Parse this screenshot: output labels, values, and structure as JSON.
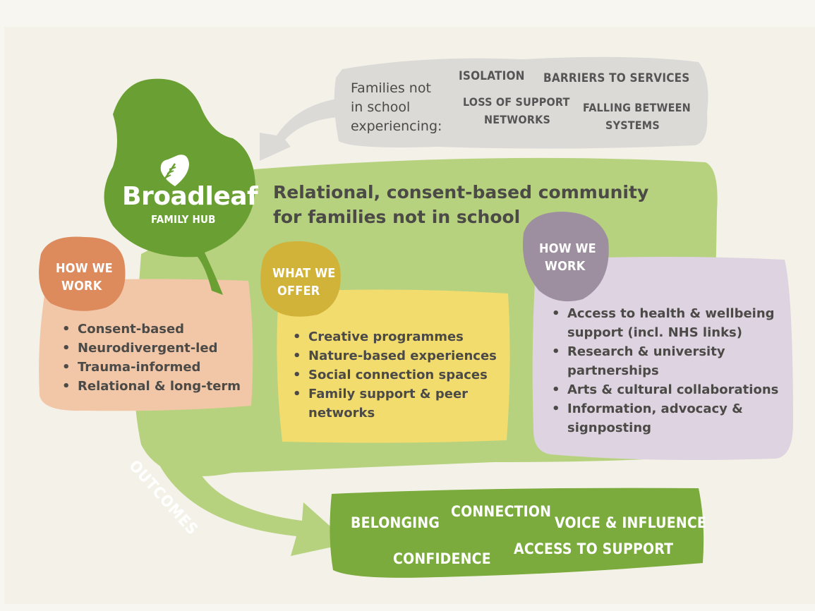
{
  "colors": {
    "page_bg": "#f4f2e8",
    "community_green": "#b6d27f",
    "leaf_green": "#6aa033",
    "outcomes_green": "#7aab3c",
    "how_we_work_left_box": "#f2c7a8",
    "how_we_work_left_badge": "#dd8a5d",
    "what_we_offer_box": "#f2dc6e",
    "what_we_offer_badge": "#d1b33a",
    "how_we_work_right_box": "#ded3e0",
    "how_we_work_right_badge": "#9d8f9f",
    "challenges_box": "#dcdad7"
  },
  "challenges": {
    "intro": [
      "Families not",
      "in school",
      "experiencing:"
    ],
    "items": {
      "isolation": "ISOLATION",
      "barriers": "BARRIERS TO SERVICES",
      "loss_support": [
        "LOSS OF SUPPORT",
        "NETWORKS"
      ],
      "falling": [
        "FALLING BETWEEN",
        "SYSTEMS"
      ]
    }
  },
  "logo": {
    "name": "Broadleaf",
    "subtitle": "FAMILY HUB",
    "icon": "leaf-heart-icon"
  },
  "community": {
    "title_line1": "Relational, consent-based community",
    "title_line2": "for families not in school"
  },
  "how_we_work_left": {
    "badge": [
      "HOW WE",
      "WORK"
    ],
    "items": [
      "Consent-based",
      "Neurodivergent-led",
      "Trauma-informed",
      "Relational & long-term"
    ]
  },
  "what_we_offer": {
    "badge": [
      "WHAT WE",
      "OFFER"
    ],
    "items": [
      "Creative programmes",
      "Nature-based experiences",
      "Social connection spaces",
      "Family support & peer networks"
    ]
  },
  "how_we_work_right": {
    "badge": [
      "HOW WE",
      "WORK"
    ],
    "items": [
      "Access to health & wellbeing support (incl. NHS links)",
      "Research & university partnerships",
      "Arts & cultural collaborations",
      "Information, advocacy & signposting"
    ]
  },
  "outcomes": {
    "label": "OUTCOMES",
    "items": {
      "belonging": "BELONGING",
      "connection": "CONNECTION",
      "voice": "VOICE & INFLUENCE",
      "confidence": "CONFIDENCE",
      "access": "ACCESS TO SUPPORT"
    }
  }
}
